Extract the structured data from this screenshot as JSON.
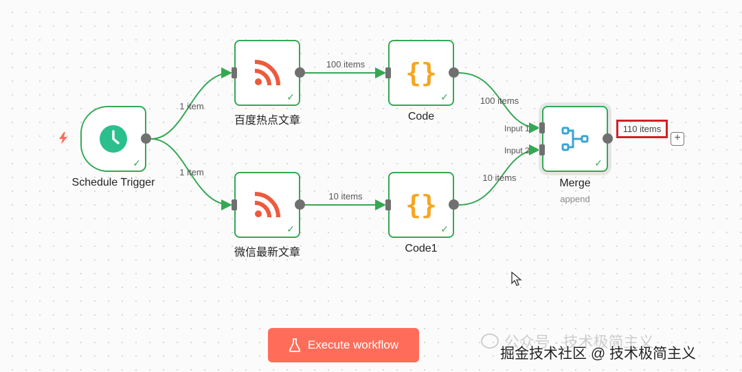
{
  "nodes": {
    "trigger": {
      "label": "Schedule Trigger"
    },
    "baidu": {
      "label": "百度热点文章"
    },
    "wechat": {
      "label": "微信最新文章"
    },
    "code": {
      "label": "Code"
    },
    "code1": {
      "label": "Code1"
    },
    "merge": {
      "label": "Merge",
      "subtitle": "append",
      "inputs": [
        "Input 1",
        "Input 2"
      ]
    }
  },
  "edges": {
    "trigger_baidu": "1 item",
    "trigger_wechat": "1 item",
    "baidu_code": "100 items",
    "wechat_code1": "10 items",
    "code_merge": "100 items",
    "code1_merge": "10 items"
  },
  "output_badge": "110 items",
  "add_button": "+",
  "execute_button": {
    "label": "Execute workflow",
    "icon": "flask-icon"
  },
  "watermark": {
    "top": "公众号 · 技术极简主义",
    "bottom": "掘金技术社区 @ 技术极简主义"
  },
  "colors": {
    "success": "#34a853",
    "rss": "#ee5a3c",
    "code": "#f5a623",
    "merge": "#3aa3d4",
    "trigger_clock": "#2cbf8e",
    "execute": "#ff6d5a",
    "badge_border": "#d0212a"
  }
}
